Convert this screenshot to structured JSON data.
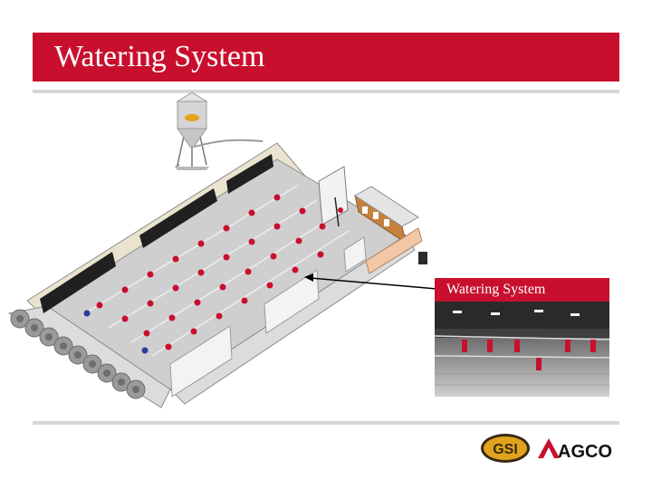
{
  "slide": {
    "title": "Watering System",
    "photo_label": "Watering System"
  },
  "logos": {
    "gsi": "GSI",
    "agco": "AGCO"
  },
  "colors": {
    "accent_red": "#c8102e",
    "rule_gray": "#d6d6d6",
    "logo_gold": "#e0a41c"
  }
}
